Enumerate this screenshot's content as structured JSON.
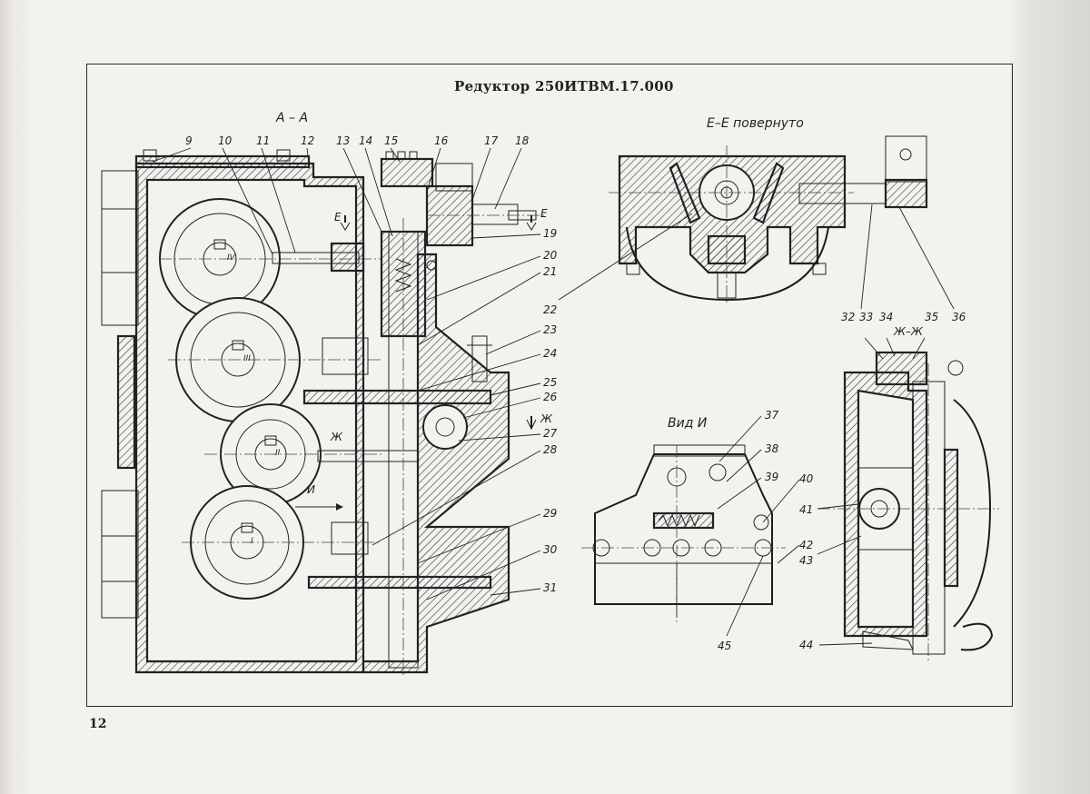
{
  "page": {
    "title": "Редуктор 250ИТВМ.17.000",
    "page_number": "12"
  },
  "views": {
    "section_aa": "А – А",
    "section_ee": "Е–Е повернуто",
    "view_i": "Вид И",
    "section_zhzh": "Ж–Ж"
  },
  "cut_marks": {
    "e_left": "Е",
    "e_right": "Е",
    "zh_left": "Ж",
    "zh_right": "Ж",
    "i_arrow": "И"
  },
  "shaft_numerals": [
    "IV",
    "III",
    "II",
    "I"
  ],
  "callouts": [
    "9",
    "10",
    "11",
    "12",
    "13",
    "14",
    "15",
    "16",
    "17",
    "18",
    "19",
    "20",
    "21",
    "22",
    "23",
    "24",
    "25",
    "26",
    "27",
    "28",
    "29",
    "30",
    "31",
    "32",
    "33",
    "34",
    "35",
    "36",
    "37",
    "38",
    "39",
    "40",
    "41",
    "42",
    "43",
    "44",
    "45"
  ]
}
